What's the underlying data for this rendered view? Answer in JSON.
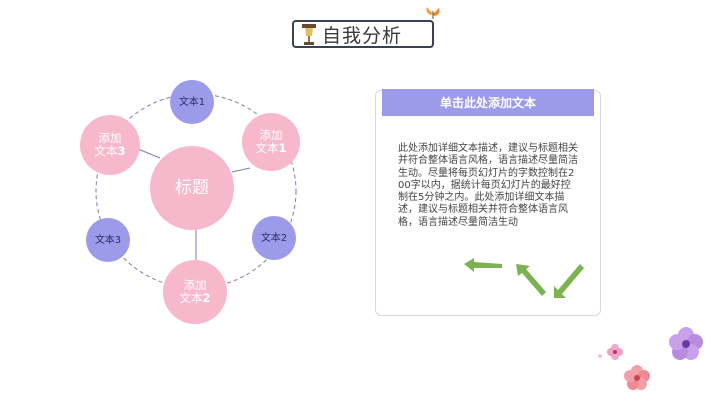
{
  "header": {
    "title": "自我分析",
    "icon": "trophy-icon",
    "decoration": "butterfly-icon"
  },
  "diagram": {
    "center": {
      "label": "标题"
    },
    "nodes": [
      {
        "id": "top",
        "label": "文本1",
        "kind": "small"
      },
      {
        "id": "upper-right",
        "line1": "添加",
        "line2_prefix": "文本",
        "line2_num": "1",
        "kind": "mid"
      },
      {
        "id": "lower-right",
        "label": "文本2",
        "kind": "small"
      },
      {
        "id": "bottom",
        "line1": "添加",
        "line2_prefix": "文本",
        "line2_num": "2",
        "kind": "mid"
      },
      {
        "id": "lower-left",
        "label": "文本3",
        "kind": "small"
      },
      {
        "id": "upper-left",
        "line1": "添加",
        "line2_prefix": "文本",
        "line2_num": "3",
        "kind": "mid"
      }
    ]
  },
  "panel": {
    "header": "单击此处添加文本",
    "body": "此处添加详细文本描述，建议与标题相关并符合整体语言风格，语言描述尽量简洁生动。尽量将每页幻灯片的字数控制在200字以内，据统计每页幻灯片的最好控制在5分钟之内。此处添加详细文本描述，建议与标题相关并符合整体语言风格，语言描述尽量简洁生动"
  },
  "colors": {
    "pink": "#f8b8cc",
    "purple": "#9b9bea",
    "arrow_green": "#7cb350"
  },
  "decorations": [
    "arrow-icon",
    "flower-icon"
  ]
}
